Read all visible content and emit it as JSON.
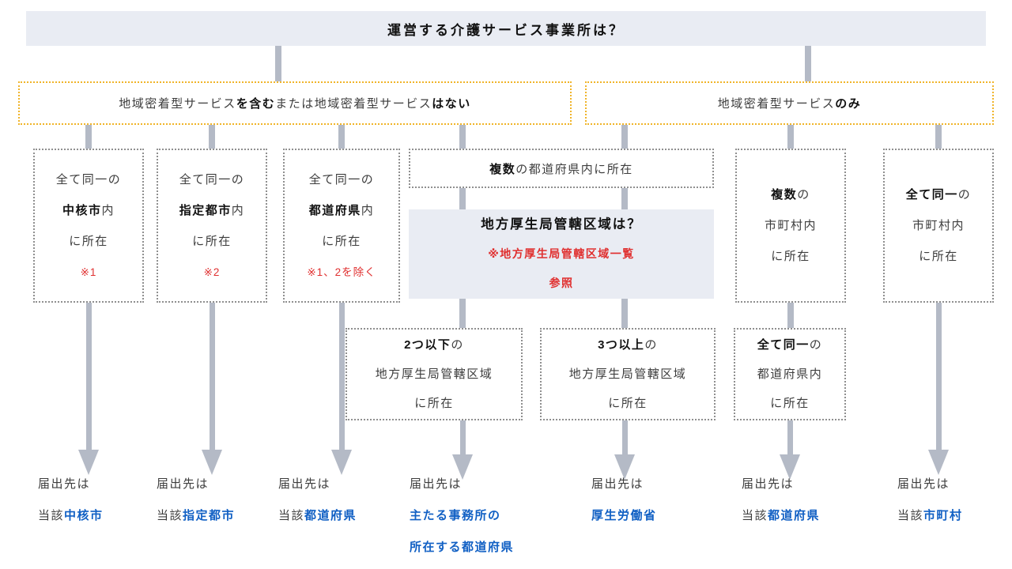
{
  "colors": {
    "header-bg": "#e9ecf3",
    "border-gray": "#8f8f8f",
    "accent-yellow": "#f0b429",
    "arrow": "#b4bac6",
    "red": "#e03030",
    "blue": "#1160c4",
    "text": "#3d3d3d",
    "text-bold": "#111111"
  },
  "header": {
    "title": "運営する介護サービス事業所は？"
  },
  "branch_left": {
    "p1": "地域密着型サービス",
    "p2": "を含む",
    "p3": "または地域密着型サービス",
    "p4": "はない"
  },
  "branch_right": {
    "p1": "地域密着型サービス",
    "p2": "のみ"
  },
  "boxes": {
    "chukaku": {
      "l1": "全て同一の",
      "l2b": "中核市",
      "l2a": "内",
      "l3": "に所在",
      "note": "※1"
    },
    "shitei": {
      "l1": "全て同一の",
      "l2b": "指定都市",
      "l2a": "内",
      "l3": "に所在",
      "note": "※2"
    },
    "todofuken": {
      "l1": "全て同一の",
      "l2b": "都道府県",
      "l2a": "内",
      "l3": "に所在",
      "note": "※1、2を除く"
    },
    "fukusu_pref": {
      "b": "複数",
      "rest": "の都道府県内に所在"
    },
    "question": {
      "title": "地方厚生局管轄区域は？",
      "note1": "※地方厚生局管轄区域一覧",
      "note2": "参照"
    },
    "two_or_less": {
      "b": "2つ以下",
      "a": "の",
      "l2": "地方厚生局管轄区域",
      "l3": "に所在"
    },
    "three_or_more": {
      "b": "3つ以上",
      "a": "の",
      "l2": "地方厚生局管轄区域",
      "l3": "に所在"
    },
    "fukusu_city": {
      "b": "複数",
      "a": "の",
      "l2": "市町村内",
      "l3": "に所在"
    },
    "same_pref": {
      "b": "全て同一",
      "a": "の",
      "l2": "都道府県内",
      "l3": "に所在"
    },
    "same_city": {
      "b": "全て同一",
      "a": "の",
      "l2": "市町村内",
      "l3": "に所在"
    }
  },
  "outcomes": {
    "label": "届出先は",
    "o1": {
      "pre": "当該",
      "dest": "中核市"
    },
    "o2": {
      "pre": "当該",
      "dest": "指定都市"
    },
    "o3": {
      "pre": "当該",
      "dest": "都道府県"
    },
    "o4": {
      "dest1": "主たる事務所の",
      "dest2": "所在する都道府県"
    },
    "o5": {
      "dest": "厚生労働省"
    },
    "o6": {
      "pre": "当該",
      "dest": "都道府県"
    },
    "o7": {
      "pre": "当該",
      "dest": "市町村"
    }
  }
}
